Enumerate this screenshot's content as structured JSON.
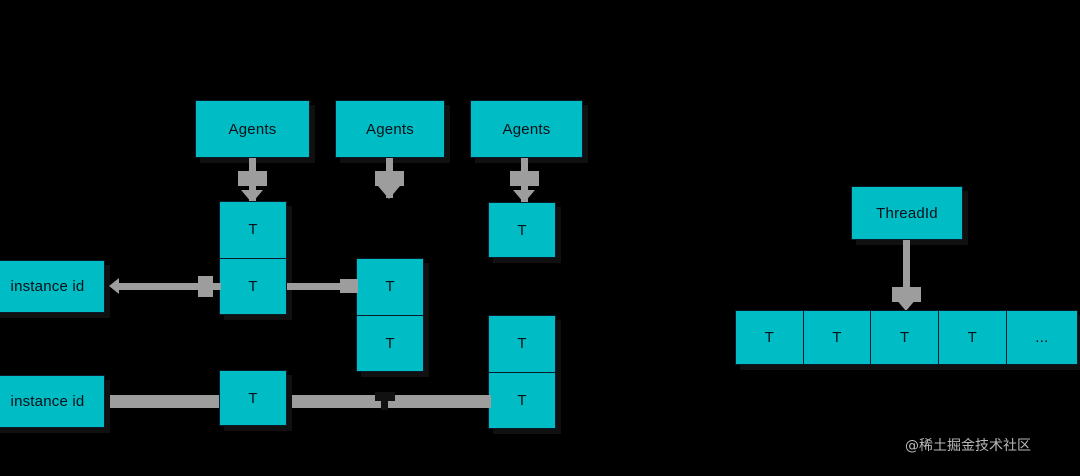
{
  "diagram": {
    "title": "Agents / ThreadId mapping diagram",
    "background_color": "#000000",
    "node_fill_color": "#00BCC4",
    "connector_color": "#9d9d9d",
    "text_color": "#081018"
  },
  "left_group": {
    "agents": [
      {
        "label": "Agents"
      },
      {
        "label": "Agents"
      },
      {
        "label": "Agents"
      }
    ],
    "instances": [
      {
        "label": "instance id"
      },
      {
        "label": "instance id"
      }
    ],
    "thread_columns": [
      {
        "cells": [
          {
            "label": "T"
          },
          {
            "label": "T"
          }
        ]
      },
      {
        "cells": [
          {
            "label": "T"
          },
          {
            "label": "T"
          }
        ]
      },
      {
        "cells": [
          {
            "label": "T"
          }
        ]
      },
      {
        "cells": [
          {
            "label": "T"
          },
          {
            "label": "T"
          }
        ]
      }
    ]
  },
  "right_group": {
    "thread_id": {
      "label": "ThreadId"
    },
    "thread_row": {
      "cells": [
        {
          "label": "T"
        },
        {
          "label": "T"
        },
        {
          "label": "T"
        },
        {
          "label": "T"
        },
        {
          "label": "..."
        }
      ]
    }
  },
  "watermark": {
    "text": "@稀土掘金技术社区"
  }
}
